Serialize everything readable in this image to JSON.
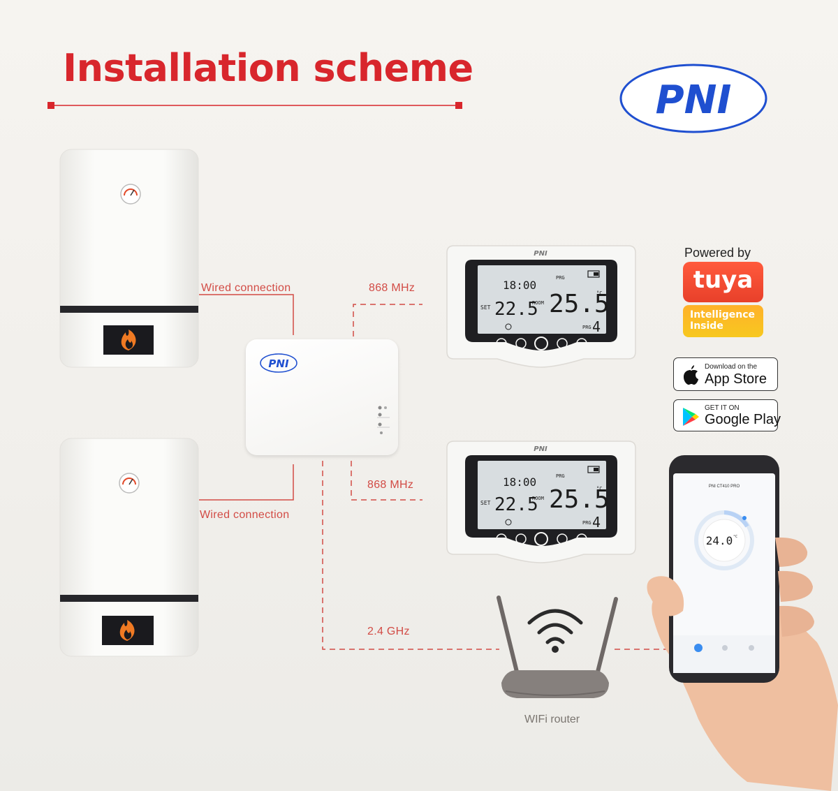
{
  "title": "Installation scheme",
  "brand": {
    "logo_text": "PNI",
    "accent": "#d8262c",
    "logo_blue": "#1f4fd0"
  },
  "connections": {
    "wired_top": "Wired connection",
    "wired_bottom": "Wired connection",
    "rf_top": "868 MHz",
    "rf_bottom": "868 MHz",
    "wifi": "2.4 GHz"
  },
  "router": {
    "label": "WIFi router"
  },
  "thermostat": {
    "time": "18:00",
    "set_label": "SET",
    "set_temp": "22.5",
    "room_label": "ROOM",
    "room_temp": "25.5",
    "unit": "°C",
    "prg_label": "PRG",
    "prg_value": "4",
    "brand": "PNI"
  },
  "receiver": {
    "brand": "PNI"
  },
  "tuya": {
    "powered_by": "Powered by",
    "brand": "tuya",
    "tagline": "Intelligence\nInside"
  },
  "stores": {
    "apple_small": "Download on the",
    "apple_big": "App Store",
    "google_small": "GET IT ON",
    "google_big": "Google Play"
  },
  "phone": {
    "app_title": "PNI CT410 PRO",
    "temp": "24.0",
    "temp_unit": "°C"
  }
}
